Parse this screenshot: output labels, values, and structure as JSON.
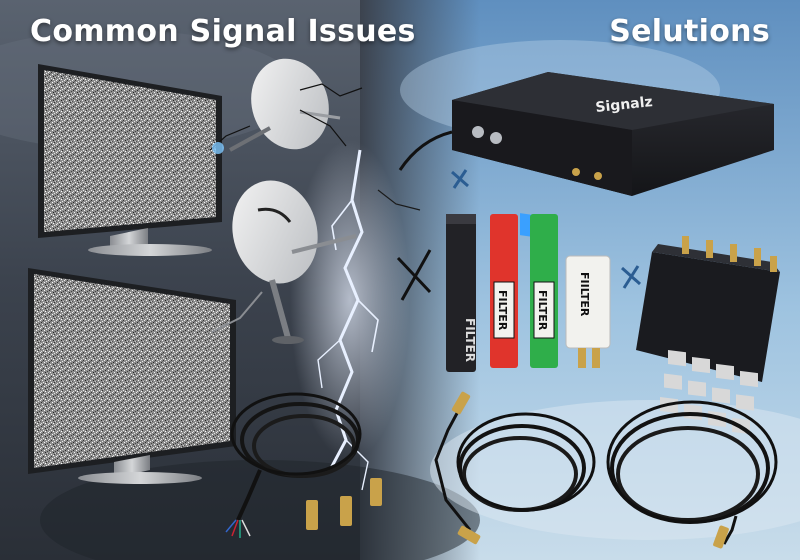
{
  "headings": {
    "left": "Common Signal Issues",
    "right": "Selutions"
  },
  "device": {
    "brand": "Signalz"
  },
  "filters": [
    {
      "label": "FILTER",
      "color": "#222226"
    },
    {
      "label": "FILTER",
      "color": "#e0342c"
    },
    {
      "label": "FILTER",
      "color": "#2fae4a"
    },
    {
      "label": "FIILTER",
      "color": "#f2f2ee"
    }
  ],
  "colors": {
    "storm_sky": "#3b4350",
    "clear_sky": "#9ec3e0",
    "lightning": "#e8f0ff",
    "device_body": "#1c1d21",
    "display": "#3aa0ff"
  },
  "icons": [
    "tv-icon",
    "satellite-dish-icon",
    "lightning-icon",
    "cable-icon",
    "receiver-icon",
    "filter-icon",
    "distribution-amplifier-icon",
    "cross-mark-icon"
  ]
}
